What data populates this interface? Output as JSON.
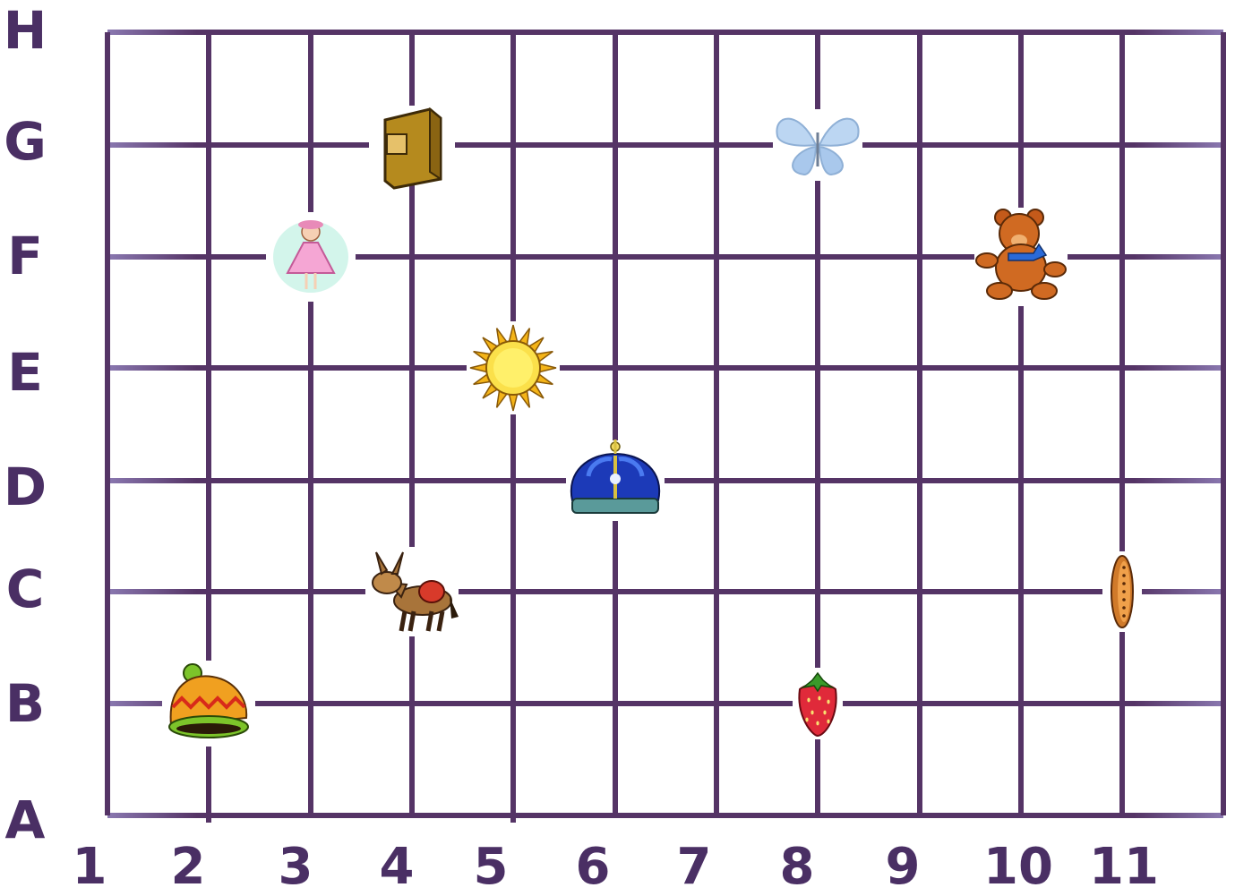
{
  "grid": {
    "row_labels": [
      "A",
      "B",
      "C",
      "D",
      "E",
      "F",
      "G",
      "H"
    ],
    "column_labels": [
      "1",
      "2",
      "3",
      "4",
      "5",
      "6",
      "7",
      "8",
      "9",
      "10",
      "11"
    ],
    "line_color": "#553466",
    "edge_fade_color": "#8a78b0",
    "label_color": "#4a2f64"
  },
  "objects": [
    {
      "name": "book",
      "icon": "book-icon",
      "col": "4",
      "row": "G"
    },
    {
      "name": "butterfly",
      "icon": "butterfly-icon",
      "col": "8",
      "row": "G"
    },
    {
      "name": "fairy",
      "icon": "fairy-icon",
      "col": "3",
      "row": "F"
    },
    {
      "name": "teddy-bear",
      "icon": "teddy-bear-icon",
      "col": "10",
      "row": "F"
    },
    {
      "name": "sun",
      "icon": "sun-icon",
      "col": "5",
      "row": "E"
    },
    {
      "name": "crown",
      "icon": "crown-icon",
      "col": "6",
      "row": "D"
    },
    {
      "name": "donkey",
      "icon": "donkey-icon",
      "col": "4",
      "row": "C"
    },
    {
      "name": "coin",
      "icon": "coin-icon",
      "col": "11",
      "row": "C"
    },
    {
      "name": "hat",
      "icon": "hat-icon",
      "col": "2",
      "row": "B"
    },
    {
      "name": "strawberry",
      "icon": "strawberry-icon",
      "col": "8",
      "row": "B"
    }
  ]
}
